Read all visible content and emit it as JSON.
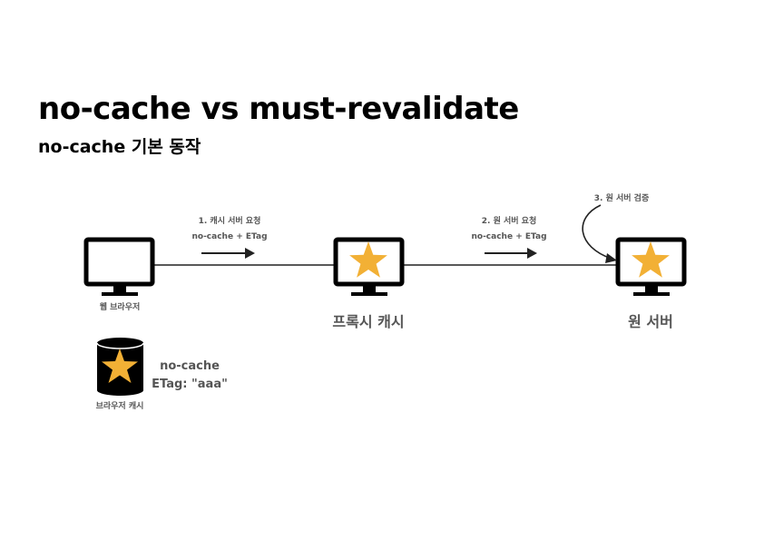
{
  "title": "no-cache vs must-revalidate",
  "subtitle": "no-cache 기본 동작",
  "nodes": {
    "browser": {
      "label": "웹 브라우저"
    },
    "proxy": {
      "label": "프록시 캐시"
    },
    "origin": {
      "label": "원 서버"
    }
  },
  "browser_cache": {
    "label": "브라우저 캐시",
    "directive": "no-cache",
    "etag": "ETag: \"aaa\""
  },
  "steps": [
    {
      "line1": "1. 캐시 서버 요청",
      "line2": "no-cache + ETag"
    },
    {
      "line1": "2. 원 서버 요청",
      "line2": "no-cache + ETag"
    },
    {
      "line1": "3. 원 서버 검증"
    }
  ],
  "colors": {
    "star": "#f2b035",
    "device": "#000000",
    "label": "#555555"
  },
  "icons": [
    "monitor-icon",
    "star-icon",
    "database-icon",
    "arrow-right-icon",
    "curved-arrow-icon"
  ]
}
